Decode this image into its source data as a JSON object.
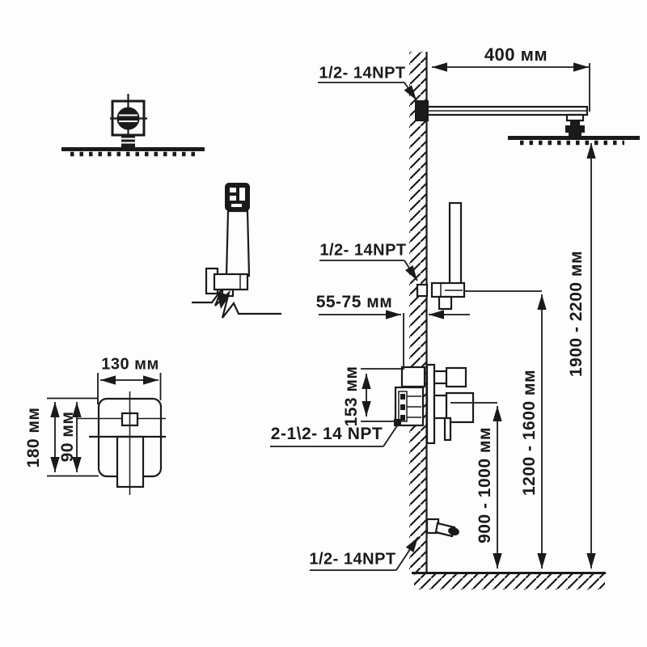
{
  "colors": {
    "ink": "#1a1a1a",
    "background": "#fdfdfd"
  },
  "side_view": {
    "rain_shower": {
      "thread_label": "1/2- 14NPT",
      "arm_length": "400 мм",
      "mount_height": "1900 - 2200 мм"
    },
    "hand_shower": {
      "thread_label": "1/2- 14NPT",
      "mount_height": "1200 - 1600 мм"
    },
    "mixer_valve": {
      "embed_depth": "55-75 мм",
      "body_height": "153 мм",
      "thread_label": "2-1\\2- 14 NPT",
      "mount_height": "900 - 1000 мм"
    },
    "tub_spout": {
      "thread_label": "1/2- 14NPT"
    }
  },
  "front_view": {
    "mixer_box": {
      "width": "130 мм",
      "height": "180 мм",
      "half_height": "90 мм"
    }
  }
}
